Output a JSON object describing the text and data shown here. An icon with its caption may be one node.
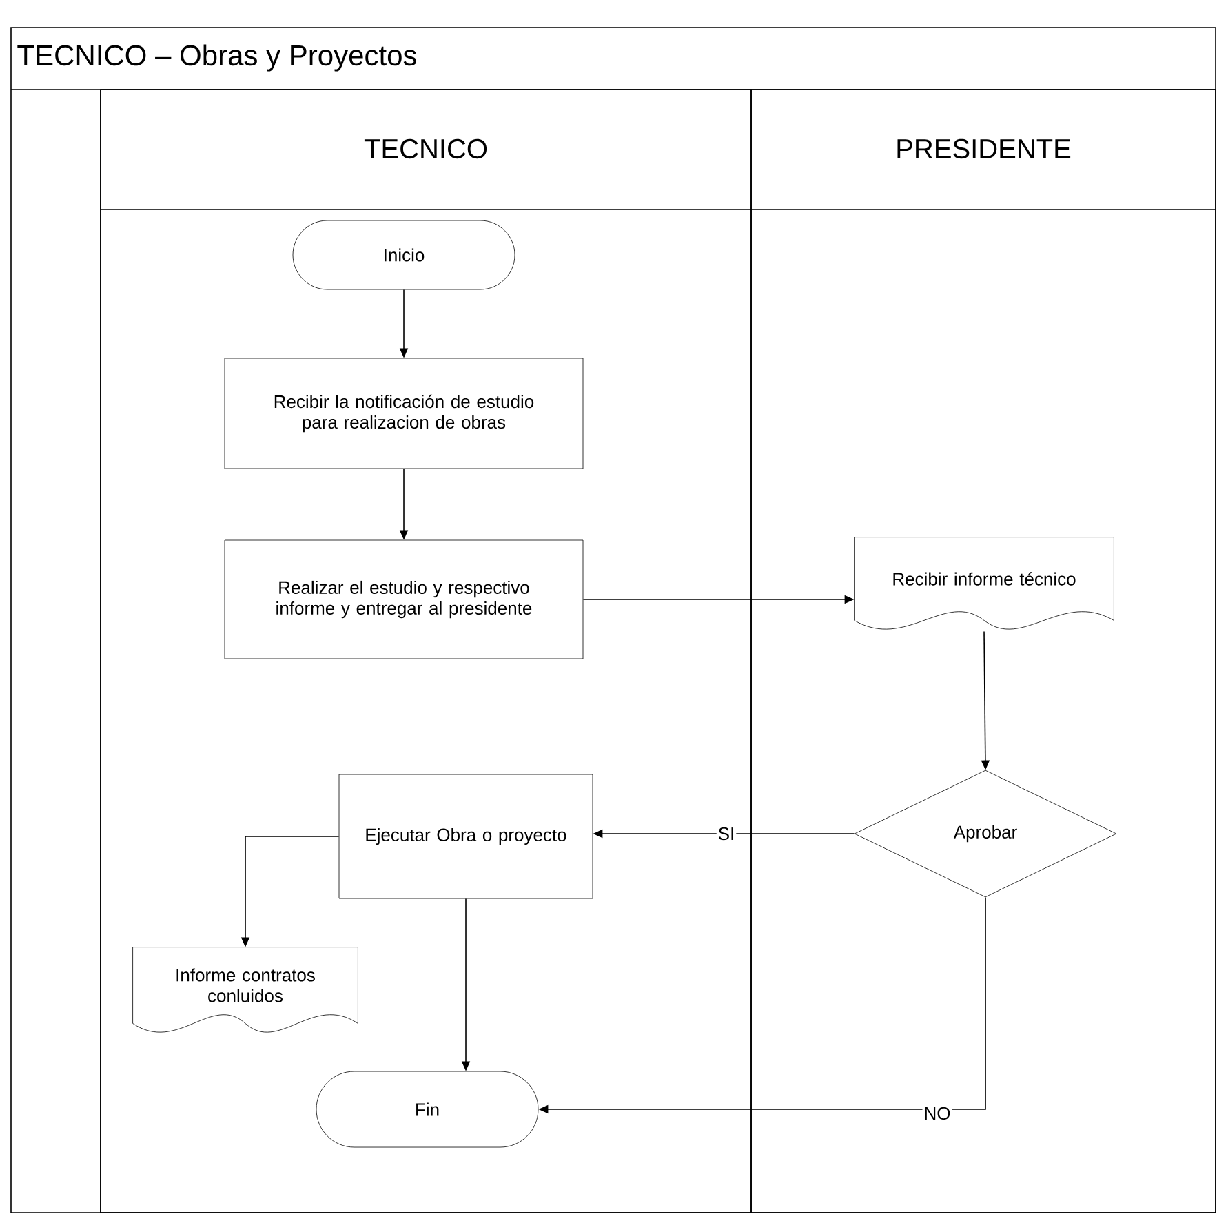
{
  "diagram": {
    "nodes": [
      {
        "text": [
          "TECNICO – Obras y Proyectos"
        ]
      },
      {
        "text": [
          "TECNICO"
        ],
        "in": 0
      },
      {
        "text": [
          "PRESIDENTE"
        ],
        "in": 0
      },
      {
        "text": [
          "Inicio"
        ],
        "in": 1
      },
      {
        "text": [
          "Recibir la notificación de estudio para realizacion de obras"
        ],
        "in": 1
      },
      {
        "text": [
          "Realizar el estudio y respectivo informe y entregar al presidente"
        ],
        "in": 1
      },
      {
        "text": [
          "Recibir informe técnico"
        ],
        "in": 2
      },
      {
        "text": [
          "Aprobar"
        ],
        "in": 2
      },
      {
        "text": [
          "Ejecutar Obra o proyecto"
        ],
        "in": 1
      },
      {
        "text": [
          "Informe contratos conluidos"
        ],
        "in": 1
      },
      {
        "text": [
          "Fin"
        ],
        "in": 1
      }
    ],
    "edges": [
      {
        "from": 3,
        "to": 4,
        "arrow": "to"
      },
      {
        "from": 4,
        "to": 5,
        "arrow": "to"
      },
      {
        "from": 5,
        "to": 6,
        "arrow": "to"
      },
      {
        "from": 6,
        "to": 7,
        "arrow": "to"
      },
      {
        "from": 7,
        "to": 8,
        "arrow": "to",
        "label": "SI"
      },
      {
        "from": 8,
        "to": 9,
        "arrow": "to"
      },
      {
        "from": 8,
        "to": 10,
        "arrow": "to"
      },
      {
        "from": 7,
        "to": 10,
        "arrow": "to",
        "label": "NO"
      }
    ]
  }
}
